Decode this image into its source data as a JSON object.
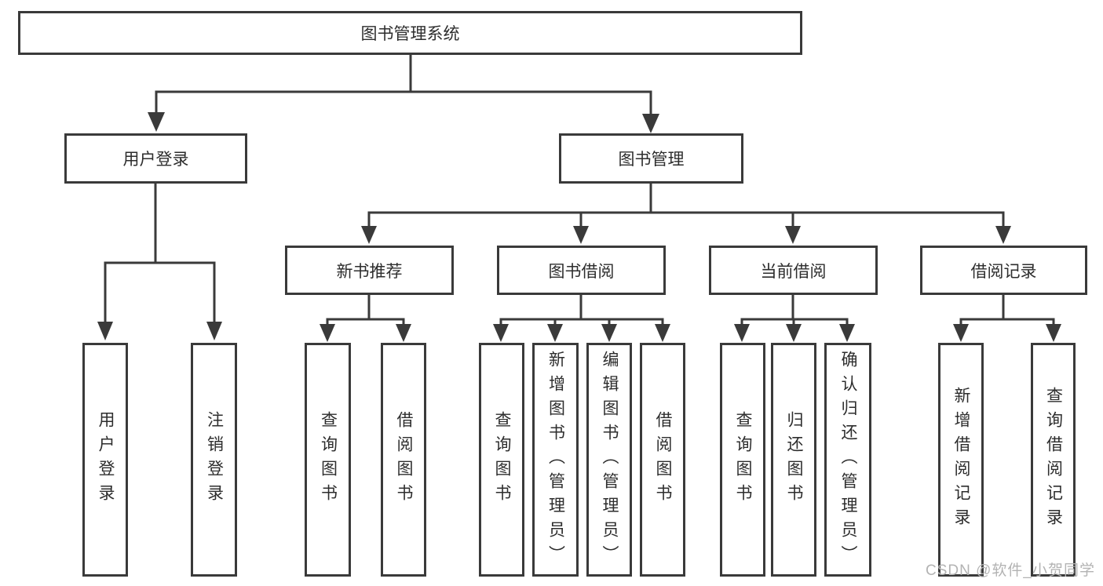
{
  "diagram": {
    "root": "图书管理系统",
    "level2": {
      "user_login": "用户登录",
      "book_management": "图书管理"
    },
    "level3": {
      "new_book_recommend": "新书推荐",
      "book_borrow": "图书借阅",
      "current_borrow": "当前借阅",
      "borrow_records": "借阅记录"
    },
    "leaves": {
      "user_login": [
        "用户登录",
        "注销登录"
      ],
      "new_book_recommend": [
        "查询图书",
        "借阅图书"
      ],
      "book_borrow": [
        "查询图书",
        "新增图书（管理员）",
        "编辑图书（管理员）",
        "借阅图书"
      ],
      "current_borrow": [
        "查询图书",
        "归还图书",
        "确认归还（管理员）"
      ],
      "borrow_records": [
        "新增借阅记录",
        "查询借阅记录"
      ]
    },
    "colors": {
      "line": "#3a3a3a",
      "text": "#2d2d2d",
      "box_background": "#ffffff"
    }
  },
  "watermark": {
    "text": "CSDN @软件_小贺同学",
    "color": "#b3b3b3"
  }
}
